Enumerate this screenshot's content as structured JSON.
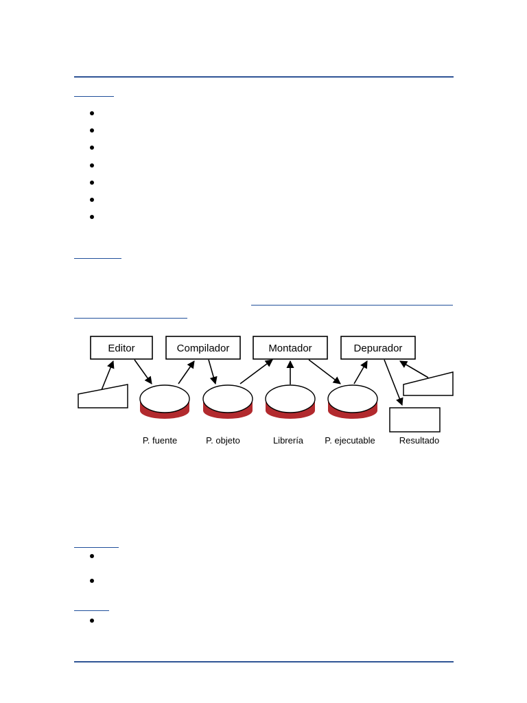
{
  "diagram": {
    "tools": [
      {
        "id": "editor",
        "label": "Editor"
      },
      {
        "id": "compilador",
        "label": "Compilador"
      },
      {
        "id": "montador",
        "label": "Montador"
      },
      {
        "id": "depurador",
        "label": "Depurador"
      }
    ],
    "stores": [
      {
        "id": "fuente",
        "label": "P. fuente"
      },
      {
        "id": "objeto",
        "label": "P. objeto"
      },
      {
        "id": "libreria",
        "label": "Librería"
      },
      {
        "id": "ejecutable",
        "label": "P. ejecutable"
      }
    ],
    "output_label": "Resultado",
    "colors": {
      "rule": "#2e5395",
      "link": "#1f4e9a",
      "disk_body": "#b22a2e",
      "disk_top": "#ffffff"
    }
  }
}
